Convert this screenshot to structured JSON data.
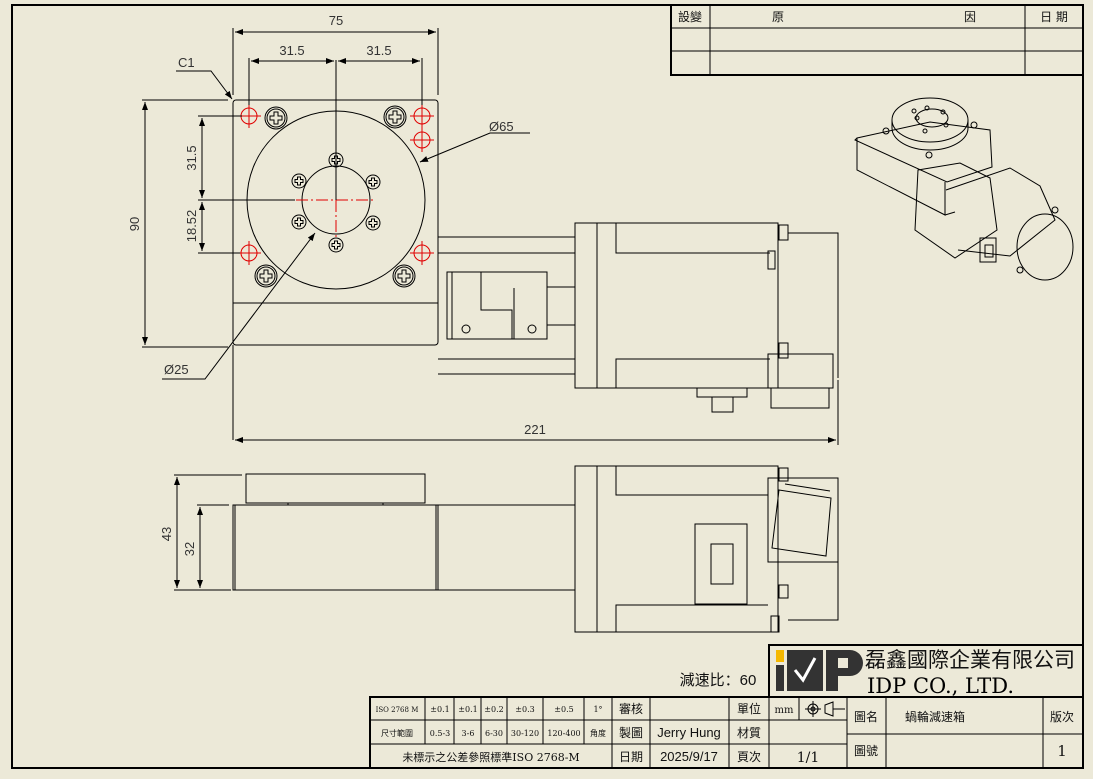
{
  "revision_table": {
    "headers": [
      "設變",
      "原",
      "因",
      "日 期"
    ],
    "rows": [
      [
        "",
        "",
        ""
      ],
      [
        "",
        "",
        ""
      ]
    ]
  },
  "dimensions": {
    "width_75": "75",
    "half_left": "31.5",
    "half_right": "31.5",
    "chamfer": "C1",
    "dia_65": "Ø65",
    "dia_25": "Ø25",
    "height_90": "90",
    "v_31_5": "31.5",
    "v_18_52": "18.52",
    "length_221": "221",
    "height_43": "43",
    "height_32": "32"
  },
  "title_block": {
    "ratio_label": "減速比：60",
    "company_cn": "磊鑫國際企業有限公司",
    "company_en": "IDP CO., LTD.",
    "logo_text": "IDP",
    "tolerance_standard": "ISO 2768 M",
    "tolerances": [
      "±0.1",
      "±0.1",
      "±0.2",
      "±0.3",
      "±0.5",
      "1°"
    ],
    "size_range_label": "尺寸範圍",
    "size_ranges": [
      "0.5-3",
      "3-6",
      "6-30",
      "30-120",
      "120-400",
      "角度"
    ],
    "note": "未標示之公差參照標準ISO 2768-M",
    "review_label": "審核",
    "review_value": "",
    "drawn_label": "製圖",
    "drawn_value": "Jerry Hung",
    "date_label": "日期",
    "date_value": "2025/9/17",
    "unit_label": "單位",
    "unit_value": "mm",
    "material_label": "材質",
    "page_label": "頁次",
    "page_value": "1/1",
    "drawing_name_label": "圖名",
    "drawing_name_value": "蝸輪減速箱",
    "drawing_no_label": "圖號",
    "version_label": "版次",
    "version_value": "1",
    "logo_colors": {
      "accent": "#f5b800",
      "dark": "#333333"
    }
  }
}
